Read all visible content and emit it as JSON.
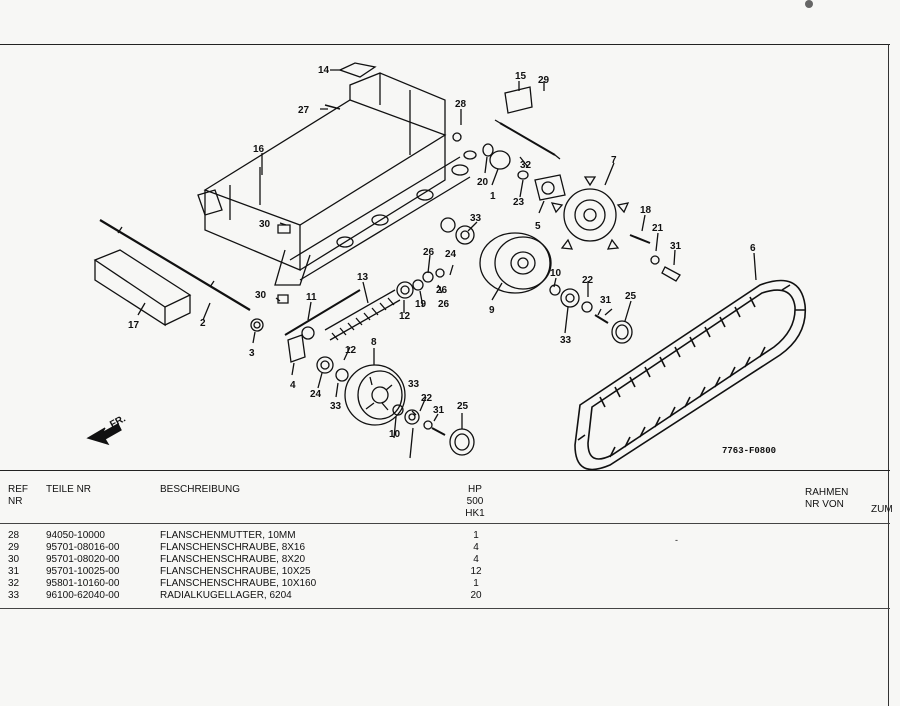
{
  "diagram": {
    "code": "7763-F0800",
    "direction": "FR.",
    "callouts": [
      "14",
      "15",
      "29",
      "27",
      "28",
      "16",
      "7",
      "32",
      "20",
      "1",
      "23",
      "5",
      "18",
      "21",
      "31",
      "30",
      "33",
      "26",
      "6",
      "24",
      "10",
      "22",
      "13",
      "9",
      "25",
      "17",
      "2",
      "11",
      "19",
      "12",
      "3",
      "8",
      "4"
    ]
  },
  "table": {
    "headers": {
      "ref": "REF NR",
      "part": "TEILE NR",
      "desc": "BESCHREIBUNG",
      "qty": "HP 500 HK1",
      "frame": "RAHMEN NR VON",
      "to": "ZUM"
    },
    "rows": [
      {
        "ref": "28",
        "part": "94050-10000",
        "desc": "FLANSCHENMUTTER, 10MM",
        "qty": "1"
      },
      {
        "ref": "29",
        "part": "95701-08016-00",
        "desc": "FLANSCHENSCHRAUBE, 8X16",
        "qty": "4"
      },
      {
        "ref": "30",
        "part": "95701-08020-00",
        "desc": "FLANSCHENSCHRAUBE, 8X20",
        "qty": "4"
      },
      {
        "ref": "31",
        "part": "95701-10025-00",
        "desc": "FLANSCHENSCHRAUBE, 10X25",
        "qty": "12"
      },
      {
        "ref": "32",
        "part": "95801-10160-00",
        "desc": "FLANSCHENSCHRAUBE, 10X160",
        "qty": "1"
      },
      {
        "ref": "33",
        "part": "96100-62040-00",
        "desc": "RADIALKUGELLAGER, 6204",
        "qty": "20"
      }
    ]
  }
}
